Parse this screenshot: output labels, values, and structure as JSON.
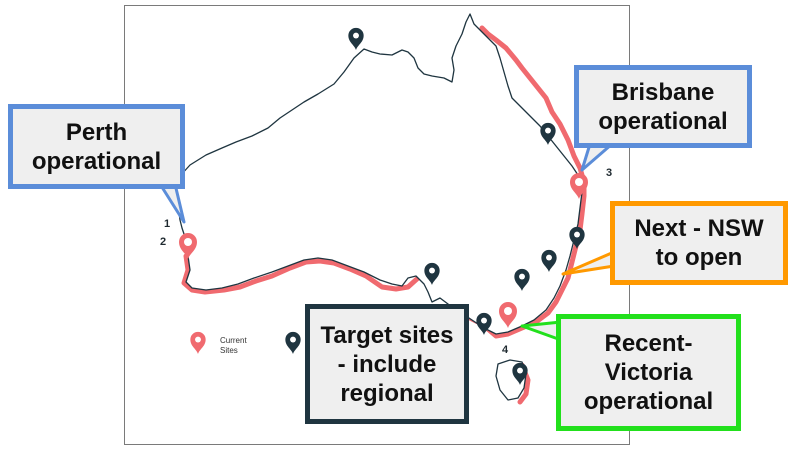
{
  "callouts": {
    "perth": [
      "Perth",
      "operational"
    ],
    "brisbane": [
      "Brisbane",
      "operational"
    ],
    "nsw": [
      "Next - NSW",
      "to open"
    ],
    "target": [
      "Target sites",
      "- include",
      "regional"
    ],
    "victoria": [
      "Recent-",
      "Victoria",
      "operational"
    ]
  },
  "site_numbers": [
    "1",
    "2",
    "3",
    "4"
  ],
  "legend": {
    "current_sites_label": [
      "Current",
      "Sites"
    ]
  },
  "colors": {
    "current_site_pin": "#f06a6f",
    "target_site_pin": "#1f3540",
    "coast_highlight": "#f06a6f",
    "perth_border": "#5b8dd9",
    "brisbane_border": "#5b8dd9",
    "nsw_border": "#ff9900",
    "target_border": "#1f3540",
    "victoria_border": "#22e01c"
  },
  "icons": {
    "current_site": "map-pin-icon",
    "target_site": "map-pin-icon"
  }
}
